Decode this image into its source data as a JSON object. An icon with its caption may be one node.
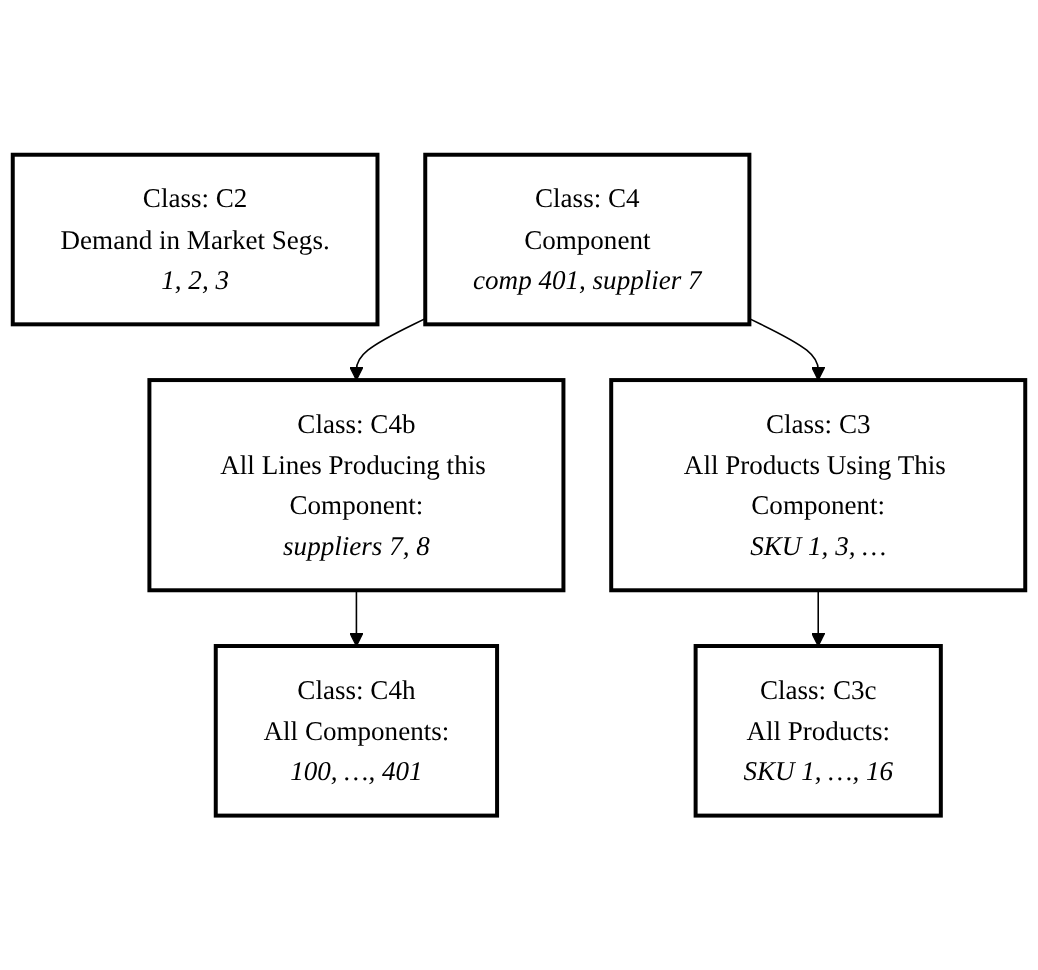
{
  "diagram": {
    "nodes": [
      {
        "text": [
          "Class: C2",
          "Demand in Market Segs.",
          "1, 2, 3"
        ]
      },
      {
        "text": [
          "Class: C4",
          "Component",
          "comp 401, supplier 7"
        ]
      },
      {
        "text": [
          "Class: C4b",
          "All Lines Producing this Component:",
          "suppliers 7, 8"
        ]
      },
      {
        "text": [
          "Class: C3",
          "All Products Using This Component:",
          "SKU 1, 3, …"
        ]
      },
      {
        "text": [
          "Class: C4h",
          "All Components:",
          "100, …, 401"
        ]
      },
      {
        "text": [
          "Class: C3c",
          "All Products:",
          "SKU 1, …, 16"
        ]
      }
    ],
    "edges": [
      {
        "from": 1,
        "to": 2,
        "arrow": "to"
      },
      {
        "from": 1,
        "to": 3,
        "arrow": "to"
      },
      {
        "from": 2,
        "to": 4,
        "arrow": "to"
      },
      {
        "from": 3,
        "to": 5,
        "arrow": "to"
      }
    ]
  }
}
